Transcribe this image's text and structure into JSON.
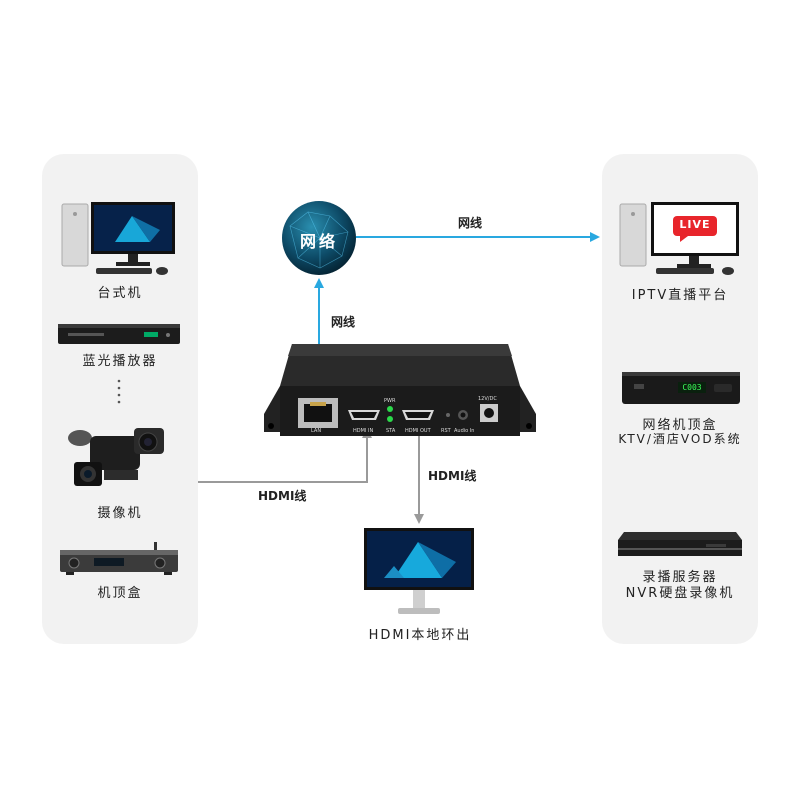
{
  "left_devices": [
    {
      "label": "台式机",
      "icon": "desktop-pc-icon"
    },
    {
      "label": "蓝光播放器",
      "icon": "bluray-player-icon"
    },
    {
      "label": "摄像机",
      "icon": "video-camera-icon"
    },
    {
      "label": "机顶盒",
      "icon": "set-top-box-icon"
    }
  ],
  "network": {
    "label": "网络",
    "icon": "network-globe-icon"
  },
  "edges": {
    "network_to_right": "网线",
    "encoder_to_network": "网线",
    "hdmi_in": "HDMI线",
    "hdmi_out": "HDMI线"
  },
  "encoder": {
    "ports": {
      "lan": "LAN",
      "pwr": "PWR",
      "sta": "STA",
      "hdmi_in": "HDMI IN",
      "hdmi_out": "HDMI OUT",
      "rst": "RST",
      "audio_in": "Audio In",
      "power": "12V/DC"
    }
  },
  "monitor": {
    "label": "HDMI本地环出",
    "icon": "monitor-icon"
  },
  "right_devices": [
    {
      "label_lines": [
        "IPTV直播平台"
      ],
      "icon": "live-desktop-icon",
      "badge": "LIVE"
    },
    {
      "label_lines": [
        "网络机顶盒",
        "KTV/酒店VOD系统"
      ],
      "icon": "network-stb-icon",
      "display": "C003"
    },
    {
      "label_lines": [
        "录播服务器",
        "NVR硬盘录像机"
      ],
      "icon": "nvr-recorder-icon"
    }
  ],
  "colors": {
    "arrow_blue": "#29a8e0",
    "arrow_gray": "#9a9a9a",
    "panel": "#f2f2f2",
    "live_red": "#e8252b"
  }
}
